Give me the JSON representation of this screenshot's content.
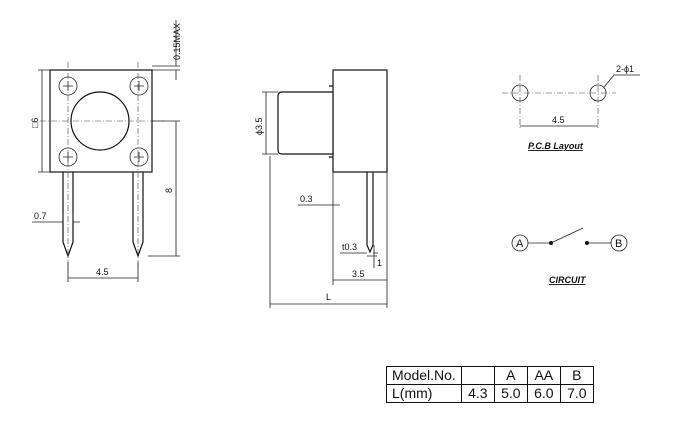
{
  "front_view": {
    "dim_top_tolerance": "0.15MAX",
    "dim_body": "□6",
    "dim_pin_width": "0.7",
    "dim_pin_spacing": "4.5",
    "dim_pin_length": "8"
  },
  "side_view": {
    "dim_actuator_diameter": "ϕ3.5",
    "dim_offset": "0.3",
    "dim_pin_thickness": "t0.3",
    "dim_pin_tip": "1",
    "dim_body_depth": "3.5",
    "dim_total_length": "L"
  },
  "pcb_layout": {
    "hole_dim": "2-ϕ1",
    "spacing_dim": "4.5",
    "label": "P.C.B Layout"
  },
  "circuit": {
    "terminal_a": "A",
    "terminal_b": "B",
    "label": "CIRCUIT"
  },
  "spec_table": {
    "header": [
      "Model.No.",
      "",
      "A",
      "AA",
      "B"
    ],
    "row": [
      "L(mm)",
      "4.3",
      "5.0",
      "6.0",
      "7.0"
    ]
  }
}
